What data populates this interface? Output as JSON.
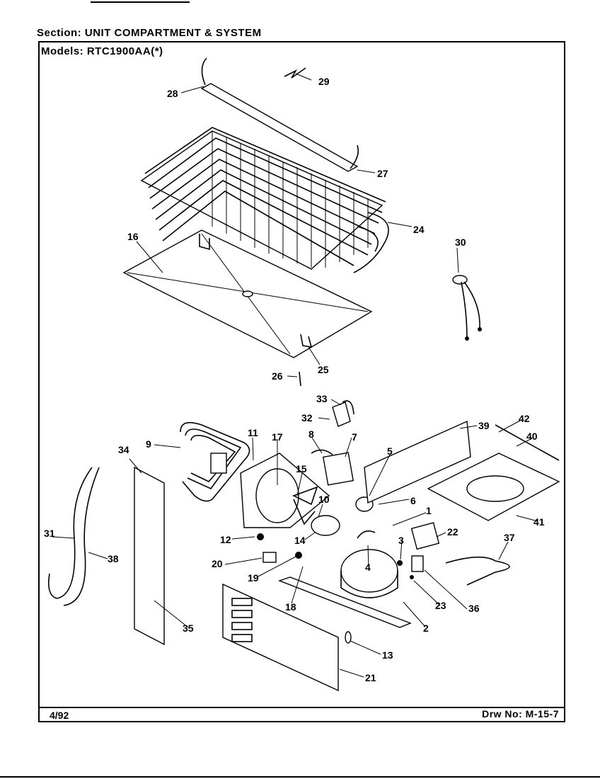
{
  "header": {
    "section_label": "Section:",
    "section_value": "UNIT COMPARTMENT & SYSTEM",
    "models_label": "Models:",
    "models_value": "RTC1900AA(*)"
  },
  "footer": {
    "date": "4/92",
    "drawing_label": "Drw No:",
    "drawing_number": "M-15-7"
  },
  "callouts": [
    "28",
    "29",
    "27",
    "24",
    "16",
    "30",
    "25",
    "26",
    "33",
    "32",
    "39",
    "42",
    "40",
    "9",
    "11",
    "17",
    "8",
    "7",
    "5",
    "34",
    "15",
    "10",
    "6",
    "41",
    "1",
    "22",
    "31",
    "38",
    "12",
    "14",
    "3",
    "37",
    "20",
    "19",
    "4",
    "36",
    "23",
    "18",
    "35",
    "2",
    "13",
    "21"
  ]
}
